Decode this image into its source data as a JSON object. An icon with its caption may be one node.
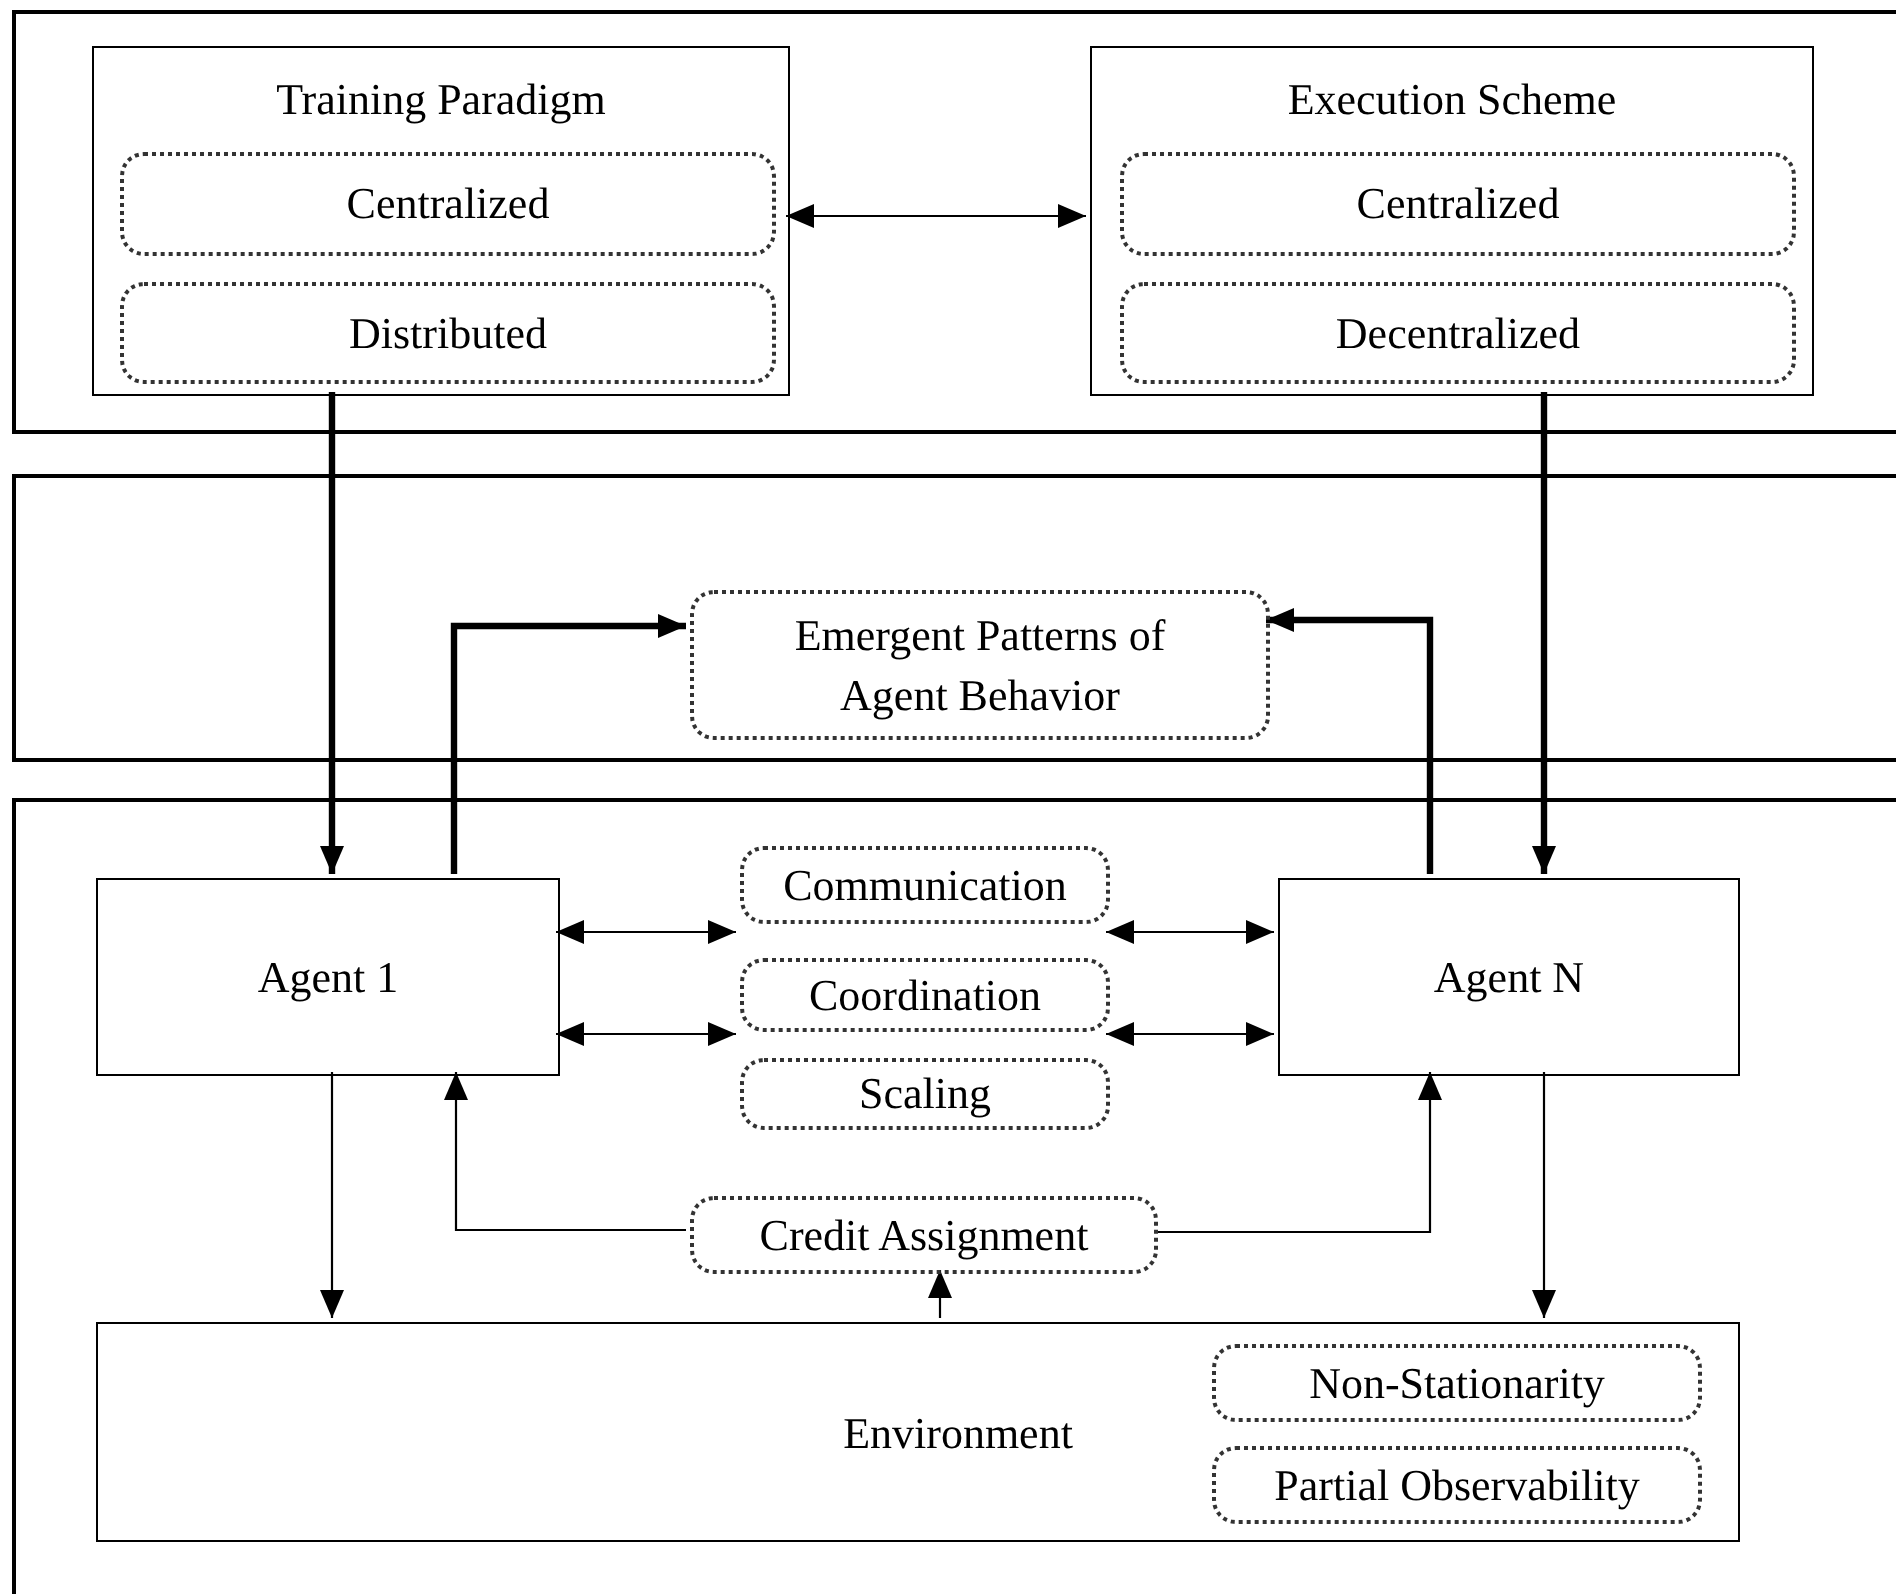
{
  "diagram": {
    "nodes": [
      {
        "text": [],
        "shape": "box"
      },
      {
        "text": [
          "Training Paradigm"
        ],
        "in": 0
      },
      {
        "text": [
          "Centralized"
        ],
        "in": 1
      },
      {
        "text": [
          "Distributed"
        ],
        "in": 1
      },
      {
        "text": [
          "Execution Scheme"
        ],
        "in": 0
      },
      {
        "text": [
          "Centralized"
        ],
        "in": 4
      },
      {
        "text": [
          "Decentralized"
        ],
        "in": 4
      },
      {
        "text": [],
        "shape": "box"
      },
      {
        "text": [
          "Emergent Patterns of Agent Behavior"
        ],
        "in": 7
      },
      {
        "text": [],
        "shape": "box"
      },
      {
        "text": [
          "Agent 1"
        ],
        "in": 9
      },
      {
        "text": [
          "Communication"
        ],
        "in": 9
      },
      {
        "text": [
          "Coordination"
        ],
        "in": 9
      },
      {
        "text": [
          "Scaling"
        ],
        "in": 9
      },
      {
        "text": [
          "Agent N"
        ],
        "in": 9
      },
      {
        "text": [
          "Credit Assignment"
        ],
        "in": 9
      },
      {
        "text": [
          "Environment"
        ],
        "in": 9
      },
      {
        "text": [
          "Non-Stationarity"
        ],
        "in": 16
      },
      {
        "text": [
          "Partial Observability"
        ],
        "in": 16
      }
    ],
    "edges": [
      {
        "from": 1,
        "to": 4,
        "arrow": "both"
      },
      {
        "from": 1,
        "to": 10,
        "arrow": "to",
        "style": "thick"
      },
      {
        "from": 4,
        "to": 14,
        "arrow": "to",
        "style": "thick"
      },
      {
        "from": 10,
        "to": 8,
        "arrow": "to",
        "style": "thick"
      },
      {
        "from": 14,
        "to": 8,
        "arrow": "to",
        "style": "thick"
      },
      {
        "from": 10,
        "to": 11,
        "arrow": "both"
      },
      {
        "from": 10,
        "to": 12,
        "arrow": "both"
      },
      {
        "from": 11,
        "to": 14,
        "arrow": "both"
      },
      {
        "from": 12,
        "to": 14,
        "arrow": "both"
      },
      {
        "from": 15,
        "to": 10,
        "arrow": "to"
      },
      {
        "from": 15,
        "to": 14,
        "arrow": "to"
      },
      {
        "from": 16,
        "to": 15,
        "arrow": "to"
      },
      {
        "from": 10,
        "to": 16,
        "arrow": "to"
      },
      {
        "from": 14,
        "to": 16,
        "arrow": "to"
      }
    ]
  }
}
